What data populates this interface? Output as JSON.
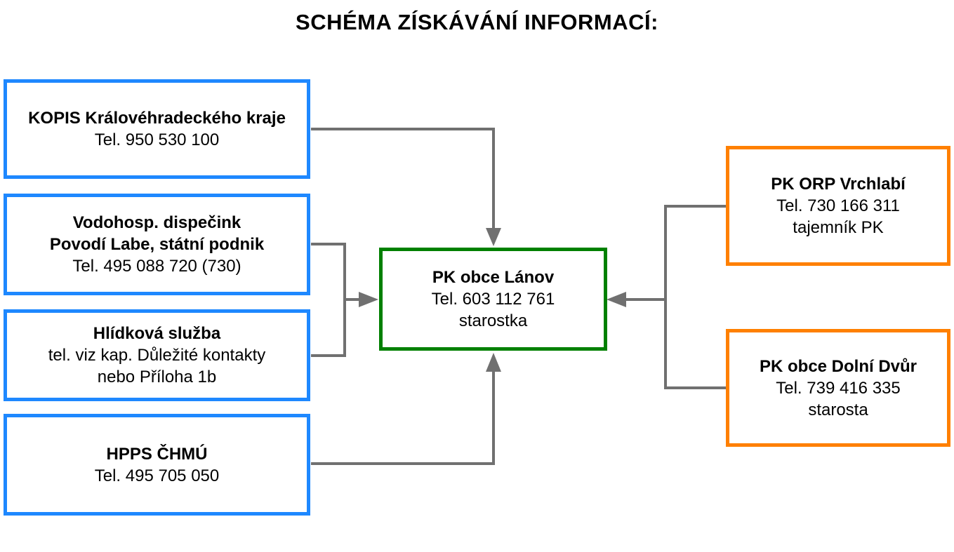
{
  "title": "SCHÉMA ZÍSKÁVÁNÍ INFORMACÍ:",
  "colors": {
    "source_border": "#1e88ff",
    "center_border": "#008000",
    "neighbor_border": "#ff8000",
    "connector": "#707070"
  },
  "sources": [
    {
      "name": "KOPIS Královéhradeckého kraje",
      "lines": [
        "Tel. 950 530 100"
      ]
    },
    {
      "name_lines": [
        "Vodohosp. dispečink",
        "Povodí Labe, státní podnik"
      ],
      "lines": [
        "Tel. 495 088 720 (730)"
      ]
    },
    {
      "name": "Hlídková služba",
      "lines": [
        "tel. viz kap. Důležité kontakty",
        "nebo Příloha 1b"
      ]
    },
    {
      "name": "HPPS ČHMÚ",
      "lines": [
        "Tel. 495 705 050"
      ]
    }
  ],
  "center": {
    "name": "PK obce Lánov",
    "lines": [
      "Tel. 603 112 761",
      "starostka"
    ]
  },
  "neighbors": [
    {
      "name": "PK ORP Vrchlabí",
      "lines": [
        "Tel. 730 166 311",
        "tajemník PK"
      ]
    },
    {
      "name": "PK obce Dolní Dvůr",
      "lines": [
        "Tel. 739 416 335",
        "starosta"
      ]
    }
  ]
}
